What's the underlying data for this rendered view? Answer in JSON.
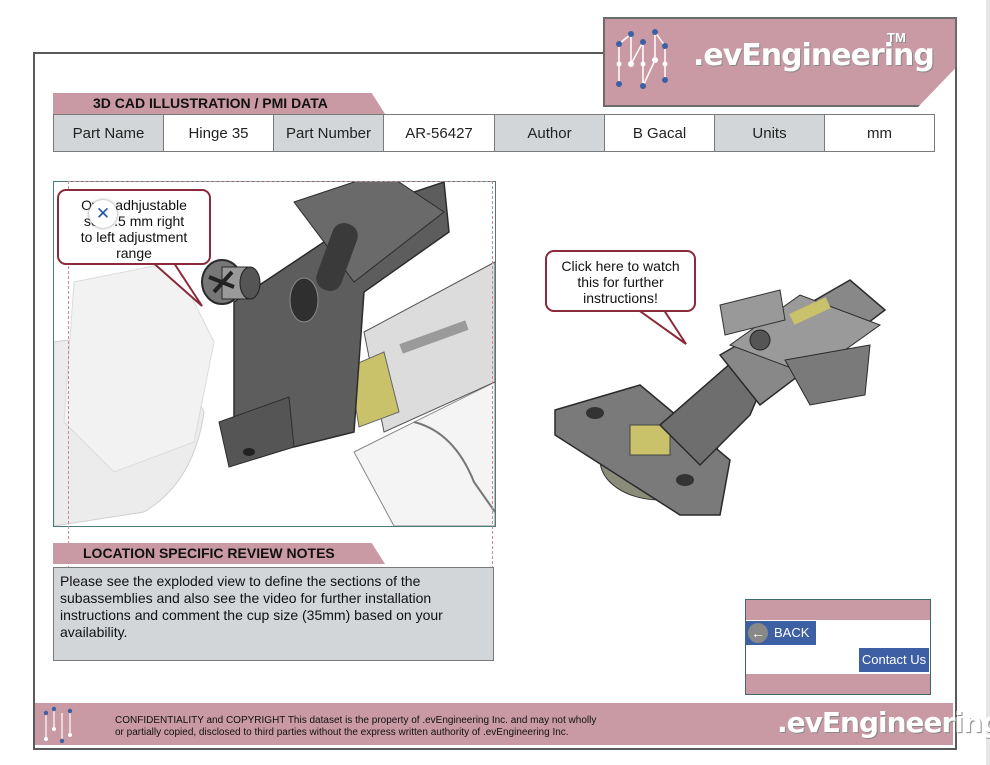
{
  "header": {
    "logo_text": ".evEngineering",
    "trademark": "TM"
  },
  "section_cad": {
    "title": "3D CAD ILLUSTRATION / PMI DATA"
  },
  "info_table": {
    "part_name_label": "Part Name",
    "part_name_value": "Hinge 35",
    "part_number_label": "Part Number",
    "part_number_value": "AR-56427",
    "author_label": "Author",
    "author_value": "B Gacal",
    "units_label": "Units",
    "units_value": "mm"
  },
  "callouts": {
    "left_line1": "Over  adhjustable",
    "left_line2": "scre  .5 mm right",
    "left_line3": "to left adjustment",
    "left_line4": "range",
    "close_icon_glyph": "✕",
    "right_line1": "Click here to watch",
    "right_line2": "this for further",
    "right_line3": "instructions!"
  },
  "section_notes": {
    "title": "LOCATION SPECIFIC REVIEW NOTES",
    "body": "Please see the exploded view to define the sections of the subassemblies and also see the video for further installation instructions and comment the cup size (35mm) based on your availability."
  },
  "nav": {
    "back_label": "BACK",
    "contact_label": "Contact Us"
  },
  "footer": {
    "confidentiality_line1": "CONFIDENTIALITY and COPYRIGHT  This dataset is the property of .evEngineering Inc. and may not wholly",
    "confidentiality_line2": "or partially copied, disclosed to third parties without the express written authority of .evEngineering Inc.",
    "logo_text": ".evEngineering"
  },
  "colors": {
    "accent_pink": "#c99aa4",
    "label_gray": "#d3d6d9",
    "callout_border": "#8a2a3a",
    "button_blue": "#3d5fa3"
  }
}
